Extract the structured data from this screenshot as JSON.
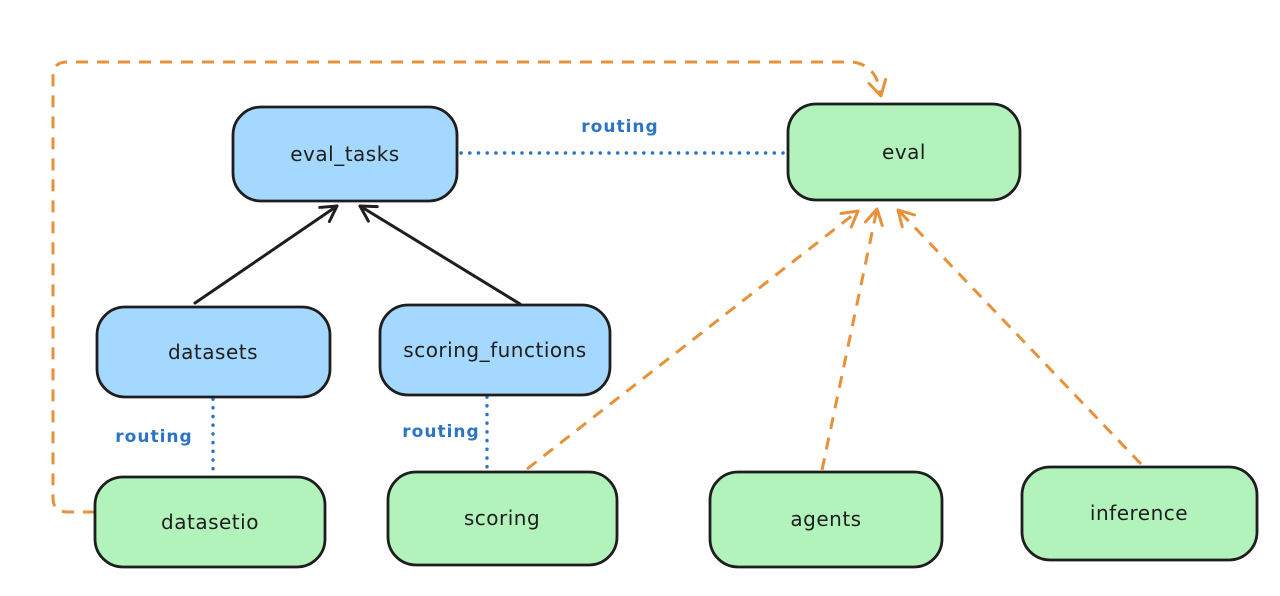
{
  "diagram": {
    "description": "Architecture diagram of eval-related APIs and providers",
    "colors": {
      "background": "#ffffff",
      "node_stroke": "#1e1e1e",
      "node_text": "#1e1e1e",
      "blue_fill": "#a5d8ff",
      "green_fill": "#b2f2bb",
      "routing_blue": "#2c74c6",
      "arrow_black": "#1e1e1e",
      "arrow_orange": "#e8913b"
    },
    "nodes": [
      {
        "id": "eval_tasks",
        "label": "eval_tasks",
        "color": "blue"
      },
      {
        "id": "eval",
        "label": "eval",
        "color": "green"
      },
      {
        "id": "datasets",
        "label": "datasets",
        "color": "blue"
      },
      {
        "id": "scoring_functions",
        "label": "scoring_functions",
        "color": "blue"
      },
      {
        "id": "datasetio",
        "label": "datasetio",
        "color": "green"
      },
      {
        "id": "scoring",
        "label": "scoring",
        "color": "green"
      },
      {
        "id": "agents",
        "label": "agents",
        "color": "green"
      },
      {
        "id": "inference",
        "label": "inference",
        "color": "green"
      }
    ],
    "edges": [
      {
        "from": "datasets",
        "to": "eval_tasks",
        "style": "solid-black-arrow",
        "label": ""
      },
      {
        "from": "scoring_functions",
        "to": "eval_tasks",
        "style": "solid-black-arrow",
        "label": ""
      },
      {
        "from": "eval_tasks",
        "to": "eval",
        "style": "dotted-blue",
        "label": "routing"
      },
      {
        "from": "datasets",
        "to": "datasetio",
        "style": "dotted-blue",
        "label": "routing"
      },
      {
        "from": "scoring_functions",
        "to": "scoring",
        "style": "dotted-blue",
        "label": "routing"
      },
      {
        "from": "datasetio",
        "to": "eval",
        "style": "dashed-orange-arrow",
        "label": ""
      },
      {
        "from": "scoring",
        "to": "eval",
        "style": "dashed-orange-arrow",
        "label": ""
      },
      {
        "from": "agents",
        "to": "eval",
        "style": "dashed-orange-arrow",
        "label": ""
      },
      {
        "from": "inference",
        "to": "eval",
        "style": "dashed-orange-arrow",
        "label": ""
      }
    ]
  }
}
